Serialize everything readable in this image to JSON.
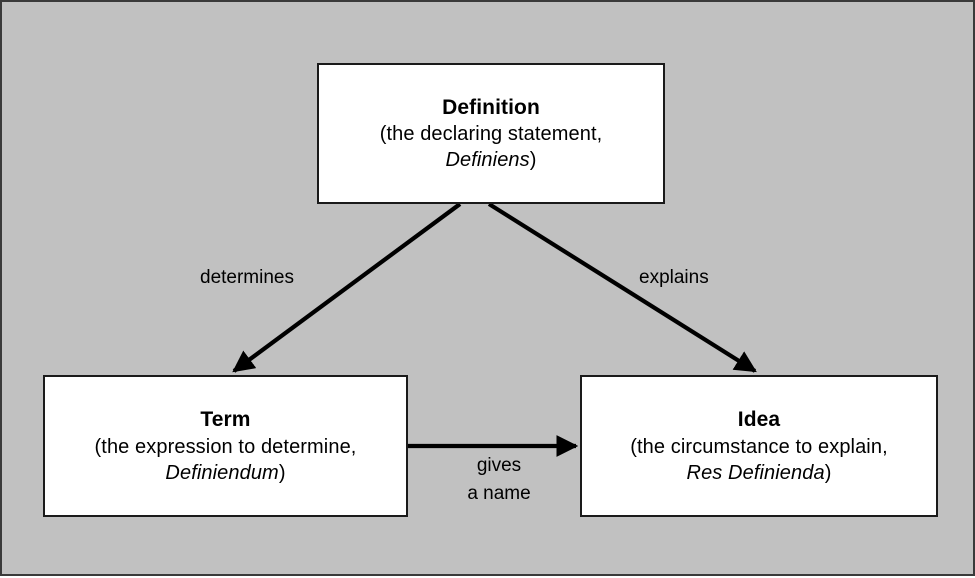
{
  "diagram": {
    "type": "concept-map",
    "background_color": "#c1c1c1",
    "frame_color": "#3a3a3a",
    "node_fill": "#ffffff",
    "node_border": "#1a1a1a",
    "edge_color": "#000000",
    "nodes": [
      {
        "id": "definition",
        "title": "Definition",
        "desc": "(the declaring statement,",
        "latin": "Definiens",
        "close": ")"
      },
      {
        "id": "term",
        "title": "Term",
        "desc": "(the expression to determine,",
        "latin": "Definiendum",
        "close": ")"
      },
      {
        "id": "idea",
        "title": "Idea",
        "desc": "(the circumstance to explain,",
        "latin": "Res Definienda",
        "close": ")"
      }
    ],
    "edges": [
      {
        "id": "definition-term",
        "from": "definition",
        "to": "term",
        "label": "determines"
      },
      {
        "id": "definition-idea",
        "from": "definition",
        "to": "idea",
        "label": "explains"
      },
      {
        "id": "term-idea",
        "from": "term",
        "to": "idea",
        "label": "gives\na name"
      }
    ]
  }
}
